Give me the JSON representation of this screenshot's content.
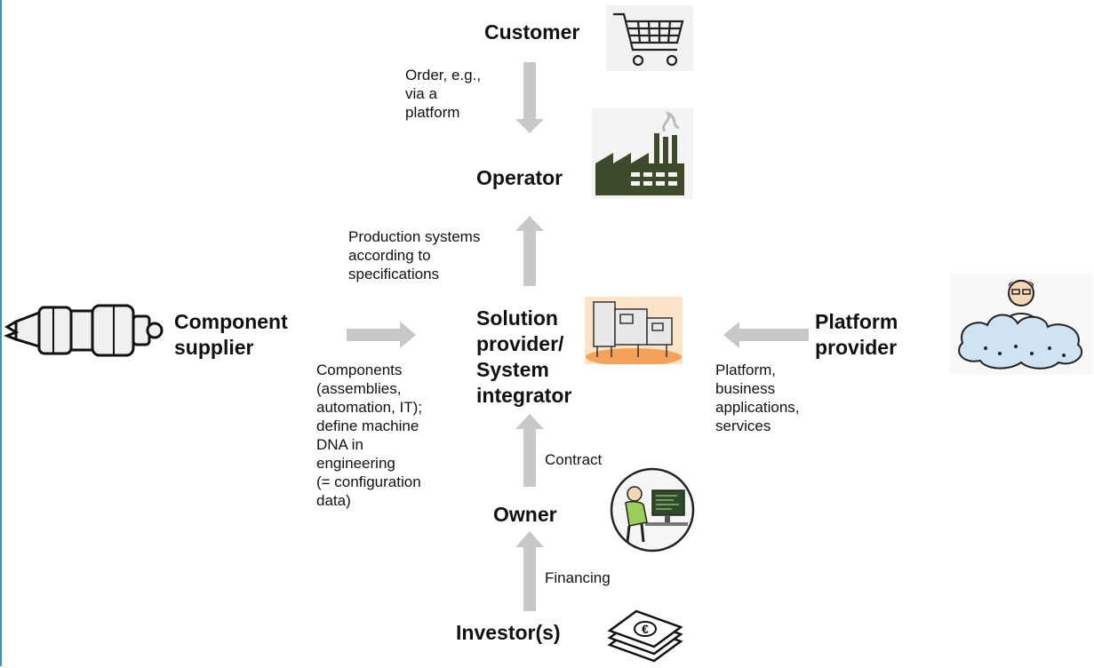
{
  "nodes": {
    "customer": "Customer",
    "operator": "Operator",
    "solution": "Solution\nprovider/\nSystem\nintegrator",
    "component": "Component\nsupplier",
    "platform": "Platform\nprovider",
    "owner": "Owner",
    "investor": "Investor(s)"
  },
  "flows": {
    "order": "Order, e.g.,\nvia a\nplatform",
    "production": "Production systems\naccording to\nspecifications",
    "components": "Components\n(assemblies,\nautomation, IT);\ndefine machine\nDNA in\nengineering\n(= configuration\ndata)",
    "platform": "Platform,\nbusiness\napplications,\nservices",
    "contract": "Contract",
    "financing": "Financing"
  },
  "colors": {
    "arrow": "#c8c8c8",
    "frame": "#3a8fc7",
    "factory": "#3e4a2c"
  },
  "icons": [
    "shopping-cart-icon",
    "factory-icon",
    "machine-icon",
    "component-part-icon",
    "cloud-person-icon",
    "office-worker-icon",
    "money-stack-icon"
  ],
  "money_symbol": "€"
}
